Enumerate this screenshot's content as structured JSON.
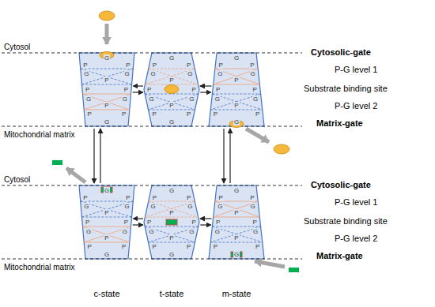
{
  "diagram": {
    "nodes": [
      {
        "text": [
          "G",
          "P",
          "P",
          "G",
          "G",
          "P",
          "P",
          "P",
          "G",
          "G",
          "P",
          "P",
          "P",
          "G"
        ]
      },
      {
        "text": [
          "G",
          "P",
          "P",
          "G",
          "G",
          "P",
          "P",
          "P",
          "G",
          "G",
          "P",
          "P",
          "P",
          "G"
        ]
      },
      {
        "text": [
          "G",
          "P",
          "P",
          "G",
          "G",
          "P",
          "P",
          "P",
          "G",
          "G",
          "P",
          "P",
          "P",
          "G"
        ]
      },
      {
        "text": [
          "G",
          "P",
          "P",
          "G",
          "G",
          "P",
          "P",
          "P",
          "G",
          "G",
          "P",
          "P",
          "P",
          "G"
        ]
      },
      {
        "text": [
          "G",
          "P",
          "P",
          "G",
          "G",
          "P",
          "P",
          "P",
          "G",
          "G",
          "P",
          "P",
          "P",
          "G"
        ]
      },
      {
        "text": [
          "G",
          "P",
          "P",
          "G",
          "G",
          "P",
          "P",
          "P",
          "G",
          "G",
          "P",
          "P",
          "P",
          "G"
        ]
      }
    ],
    "edges": [
      {
        "from": 0,
        "to": 1,
        "arrow": "both"
      },
      {
        "from": 1,
        "to": 2,
        "arrow": "both"
      },
      {
        "from": 0,
        "to": 3,
        "arrow": "both"
      },
      {
        "from": 2,
        "to": 5,
        "arrow": "both"
      },
      {
        "from": 3,
        "to": 4,
        "arrow": "both"
      },
      {
        "from": 4,
        "to": 5,
        "arrow": "both"
      }
    ],
    "labels": [
      "Cytosol",
      "Cytosolic-gate",
      "P-G level 1",
      "Substrate binding site",
      "P-G level 2",
      "Matrix-gate",
      "Mitochondrial matrix",
      "Cytosol",
      "Cytosolic-gate",
      "P-G level 1",
      "Substrate binding site",
      "P-G level 2",
      "Matrix-gate",
      "Mitochondrial matrix",
      "c-state",
      "t-state",
      "m-state"
    ]
  }
}
